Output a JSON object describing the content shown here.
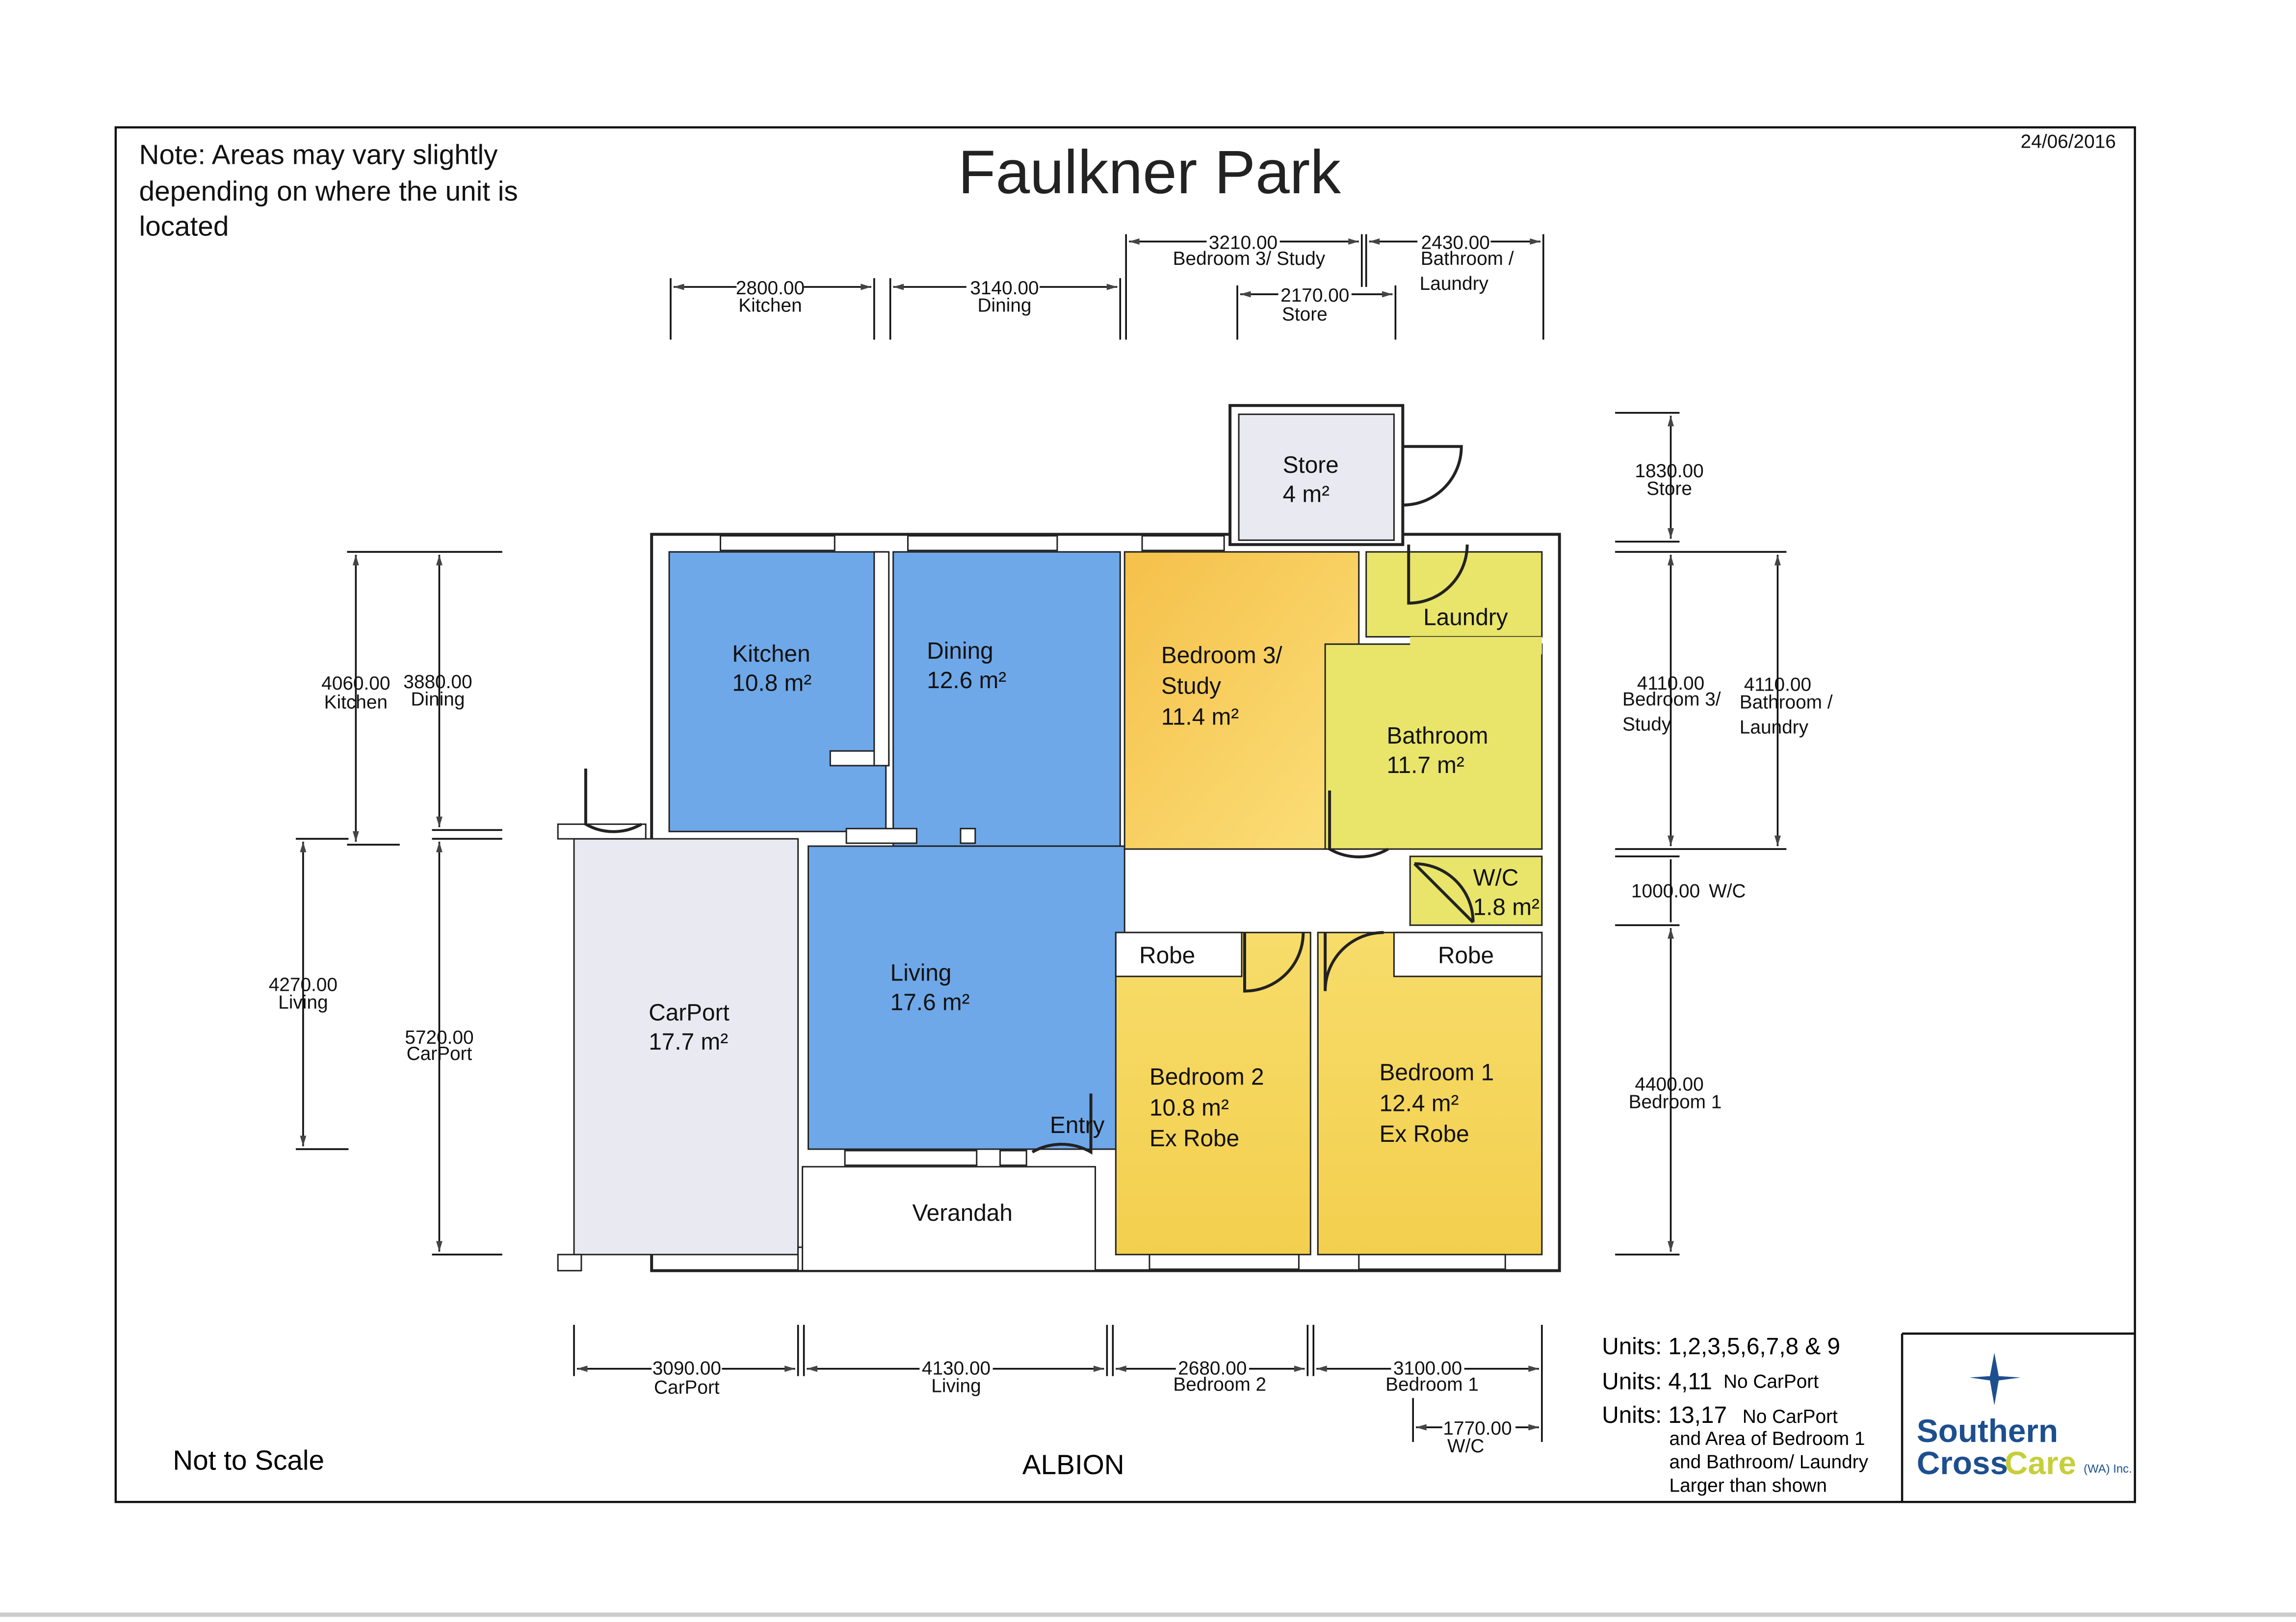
{
  "header": {
    "note_lines": [
      "Note: Areas may vary slightly",
      "depending on where the unit is",
      "located"
    ],
    "title": "Faulkner Park",
    "date": "24/06/2016"
  },
  "rooms": {
    "kitchen": {
      "name": "Kitchen",
      "area": "10.8 m²"
    },
    "dining": {
      "name": "Dining",
      "area": "12.6 m²"
    },
    "bedroom3": {
      "name1": "Bedroom 3/",
      "name2": "Study",
      "area": "11.4 m²"
    },
    "store": {
      "name": "Store",
      "area": "4 m²"
    },
    "laundry": {
      "name": "Laundry"
    },
    "bathroom": {
      "name": "Bathroom",
      "area": "11.7 m²"
    },
    "wc": {
      "name": "W/C",
      "area": "1.8 m²"
    },
    "living": {
      "name": "Living",
      "area": "17.6 m²"
    },
    "carport": {
      "name": "CarPort",
      "area": "17.7 m²"
    },
    "entry": {
      "name": "Entry"
    },
    "verandah": {
      "name": "Verandah"
    },
    "bedroom2": {
      "name": "Bedroom 2",
      "area": "10.8 m²",
      "extra": "Ex Robe",
      "robe": "Robe"
    },
    "bedroom1": {
      "name": "Bedroom 1",
      "area": "12.4 m²",
      "extra": "Ex Robe",
      "robe": "Robe"
    }
  },
  "dimensions": {
    "top": [
      {
        "value": "2800.00",
        "label": "Kitchen"
      },
      {
        "value": "3140.00",
        "label": "Dining"
      },
      {
        "value": "3210.00",
        "label": "Bedroom 3/ Study"
      },
      {
        "value": "2170.00",
        "label": "Store"
      },
      {
        "value": "2430.00",
        "label1": "Bathroom /",
        "label2": "Laundry"
      }
    ],
    "left": [
      {
        "value": "4060.00",
        "label": "Kitchen"
      },
      {
        "value": "3880.00",
        "label": "Dining"
      },
      {
        "value": "4270.00",
        "label": "Living"
      },
      {
        "value": "5720.00",
        "label": "CarPort"
      }
    ],
    "right": [
      {
        "value": "1830.00",
        "label": "Store"
      },
      {
        "value": "4110.00",
        "label1": "Bedroom 3/",
        "label2": "Study"
      },
      {
        "value": "4110.00",
        "label1": "Bathroom /",
        "label2": "Laundry"
      },
      {
        "value": "1000.00",
        "label": "W/C"
      },
      {
        "value": "4400.00",
        "label": "Bedroom 1"
      }
    ],
    "bottom": [
      {
        "value": "3090.00",
        "label": "CarPort"
      },
      {
        "value": "4130.00",
        "label": "Living"
      },
      {
        "value": "2680.00",
        "label": "Bedroom 2"
      },
      {
        "value": "3100.00",
        "label": "Bedroom 1"
      },
      {
        "value": "1770.00",
        "label": "W/C"
      }
    ]
  },
  "footer": {
    "not_to_scale": "Not to Scale",
    "location": "ALBION",
    "units": [
      {
        "prefix": "Units: 1,2,3,5,6,7,8 & 9",
        "note": ""
      },
      {
        "prefix": "Units: 4,11",
        "note": "No CarPort"
      },
      {
        "prefix": "Units: 13,17",
        "note": "No CarPort",
        "more": [
          "and Area of Bedroom 1",
          "and Bathroom/ Laundry",
          "Larger than shown"
        ]
      }
    ],
    "logo": {
      "line1": "Southern",
      "line2a": "Cross",
      "line2b": "Care",
      "suffix": "(WA) Inc."
    }
  },
  "colors": {
    "blue": "#6ea8e8",
    "orange": "#f7c65a",
    "yellow": "#f3d766",
    "lime": "#e8e56a",
    "lavender": "#e9e9f2",
    "logo_blue": "#1d4f8f",
    "logo_green": "#c6cf3a"
  }
}
